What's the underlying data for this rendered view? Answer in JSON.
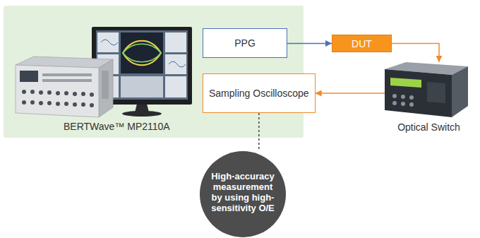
{
  "diagram": {
    "nodes": [
      {
        "text": [
          "BERTWave™ MP2110A"
        ]
      },
      {
        "text": [
          "PPG"
        ],
        "in": 0
      },
      {
        "text": [
          "Sampling Oscilloscope"
        ],
        "in": 0
      },
      {
        "text": [
          "DUT"
        ]
      },
      {
        "text": [
          "Optical Switch"
        ]
      },
      {
        "text": [
          "High-accuracy measurement by using high-sensitivity O/E"
        ]
      }
    ],
    "edges": [
      {
        "from": 1,
        "to": 3,
        "arrow": "to"
      },
      {
        "from": 3,
        "to": 4,
        "arrow": "to"
      },
      {
        "from": 4,
        "to": 2,
        "arrow": "to"
      },
      {
        "from": 2,
        "to": 5,
        "arrow": "none"
      }
    ]
  }
}
